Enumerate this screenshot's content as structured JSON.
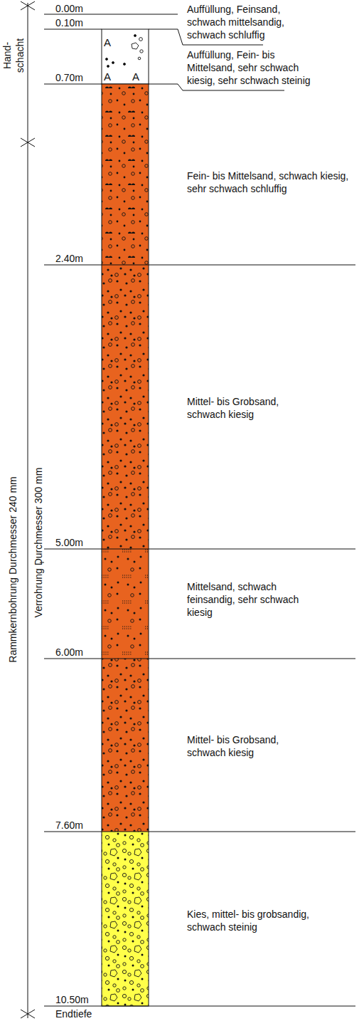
{
  "diagram": {
    "labels": [
      "0.00m",
      "0.10m",
      "A",
      "A",
      "A",
      "Auffüllung, Feinsand, schwach mittelsandig, schwach schluffig",
      "Hand- schacht",
      "0.70m",
      "Auffüllung, Fein- bis Mittelsand, sehr schwach kiesig, sehr schwach steinig",
      "Fein- bis Mittelsand, schwach kiesig, sehr schwach schluffig",
      "2.40m",
      "Mittel- bis Grobsand, schwach kiesig",
      "Rammkernbohrung Durchmesser 240 mm",
      "Verrohrung Durchmesser 300 mm",
      "5.00m",
      "Mittelsand, schwach feinsandig, sehr schwach kiesig",
      "6.00m",
      "Mittel- bis Grobsand, schwach kiesig",
      "7.60m",
      "Kies, mittel- bis grobsandig, schwach steinig",
      "10.50m",
      "Endtiefe"
    ]
  }
}
